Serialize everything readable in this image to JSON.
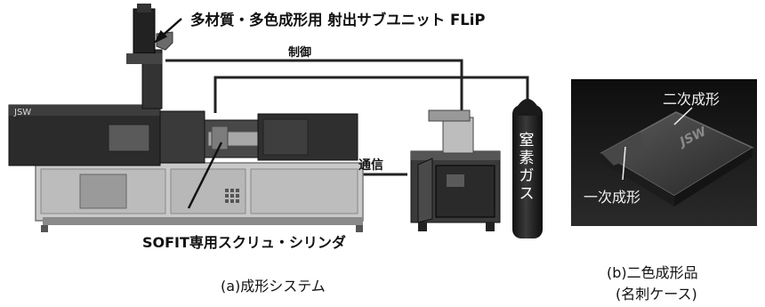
{
  "title_label": "多材質・多色成形用 射出サブユニット FLiP",
  "control_label": "制御",
  "comm_label": "通信",
  "nitrogen_label": "窒素ガス",
  "screw_label": "SOFIT専用スクリュ・シリンダ",
  "machine_logo": "JSW",
  "caption_a": "(a)成形システム",
  "caption_b_line1": "(b)二色成形品",
  "caption_b_line2": "(名刺ケース)",
  "product_logo": "JSW",
  "second_mold_label": "二次成形",
  "first_mold_label": "一次成形"
}
